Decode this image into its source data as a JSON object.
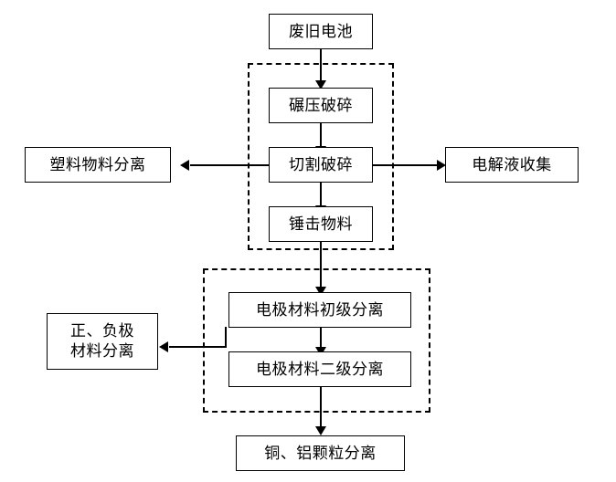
{
  "diagram": {
    "type": "flowchart",
    "title": "",
    "nodes": [
      {
        "id": "waste_battery",
        "label": "废旧电池"
      },
      {
        "id": "roll_crush",
        "label": "碾压破碎"
      },
      {
        "id": "cut_crush",
        "label": "切割破碎"
      },
      {
        "id": "hammer_material",
        "label": "锤击物料"
      },
      {
        "id": "plastic_separation",
        "label": "塑料物料分离"
      },
      {
        "id": "electrolyte_collect",
        "label": "电解液收集"
      },
      {
        "id": "electrode_primary",
        "label": "电极材料初级分离"
      },
      {
        "id": "electrode_secondary",
        "label": "电极材料二级分离"
      },
      {
        "id": "cathode_anode_sep",
        "label": "正、负极\n材料分离"
      },
      {
        "id": "copper_alum_sep",
        "label": "铜、铝颗粒分离"
      }
    ],
    "groups": [
      {
        "id": "crushing-stage-group",
        "label": ""
      },
      {
        "id": "separation-stage-group",
        "label": ""
      }
    ],
    "edges": [
      {
        "from": "waste_battery",
        "to": "roll_crush",
        "direction": "down"
      },
      {
        "from": "roll_crush",
        "to": "cut_crush",
        "direction": "down"
      },
      {
        "from": "cut_crush",
        "to": "hammer_material",
        "direction": "down"
      },
      {
        "from": "cut_crush",
        "to": "plastic_separation",
        "direction": "left"
      },
      {
        "from": "cut_crush",
        "to": "electrolyte_collect",
        "direction": "right"
      },
      {
        "from": "hammer_material",
        "to": "electrode_primary",
        "direction": "down"
      },
      {
        "from": "electrode_primary",
        "to": "electrode_secondary",
        "direction": "down"
      },
      {
        "from": "electrode_secondary",
        "to": "cathode_anode_sep",
        "direction": "left"
      },
      {
        "from": "electrode_secondary",
        "to": "copper_alum_sep",
        "direction": "down"
      }
    ],
    "colors": {
      "line": "#000000",
      "node_border": "#000000",
      "node_fill": "#ffffff",
      "background": "#ffffff",
      "text": "#000000"
    }
  }
}
